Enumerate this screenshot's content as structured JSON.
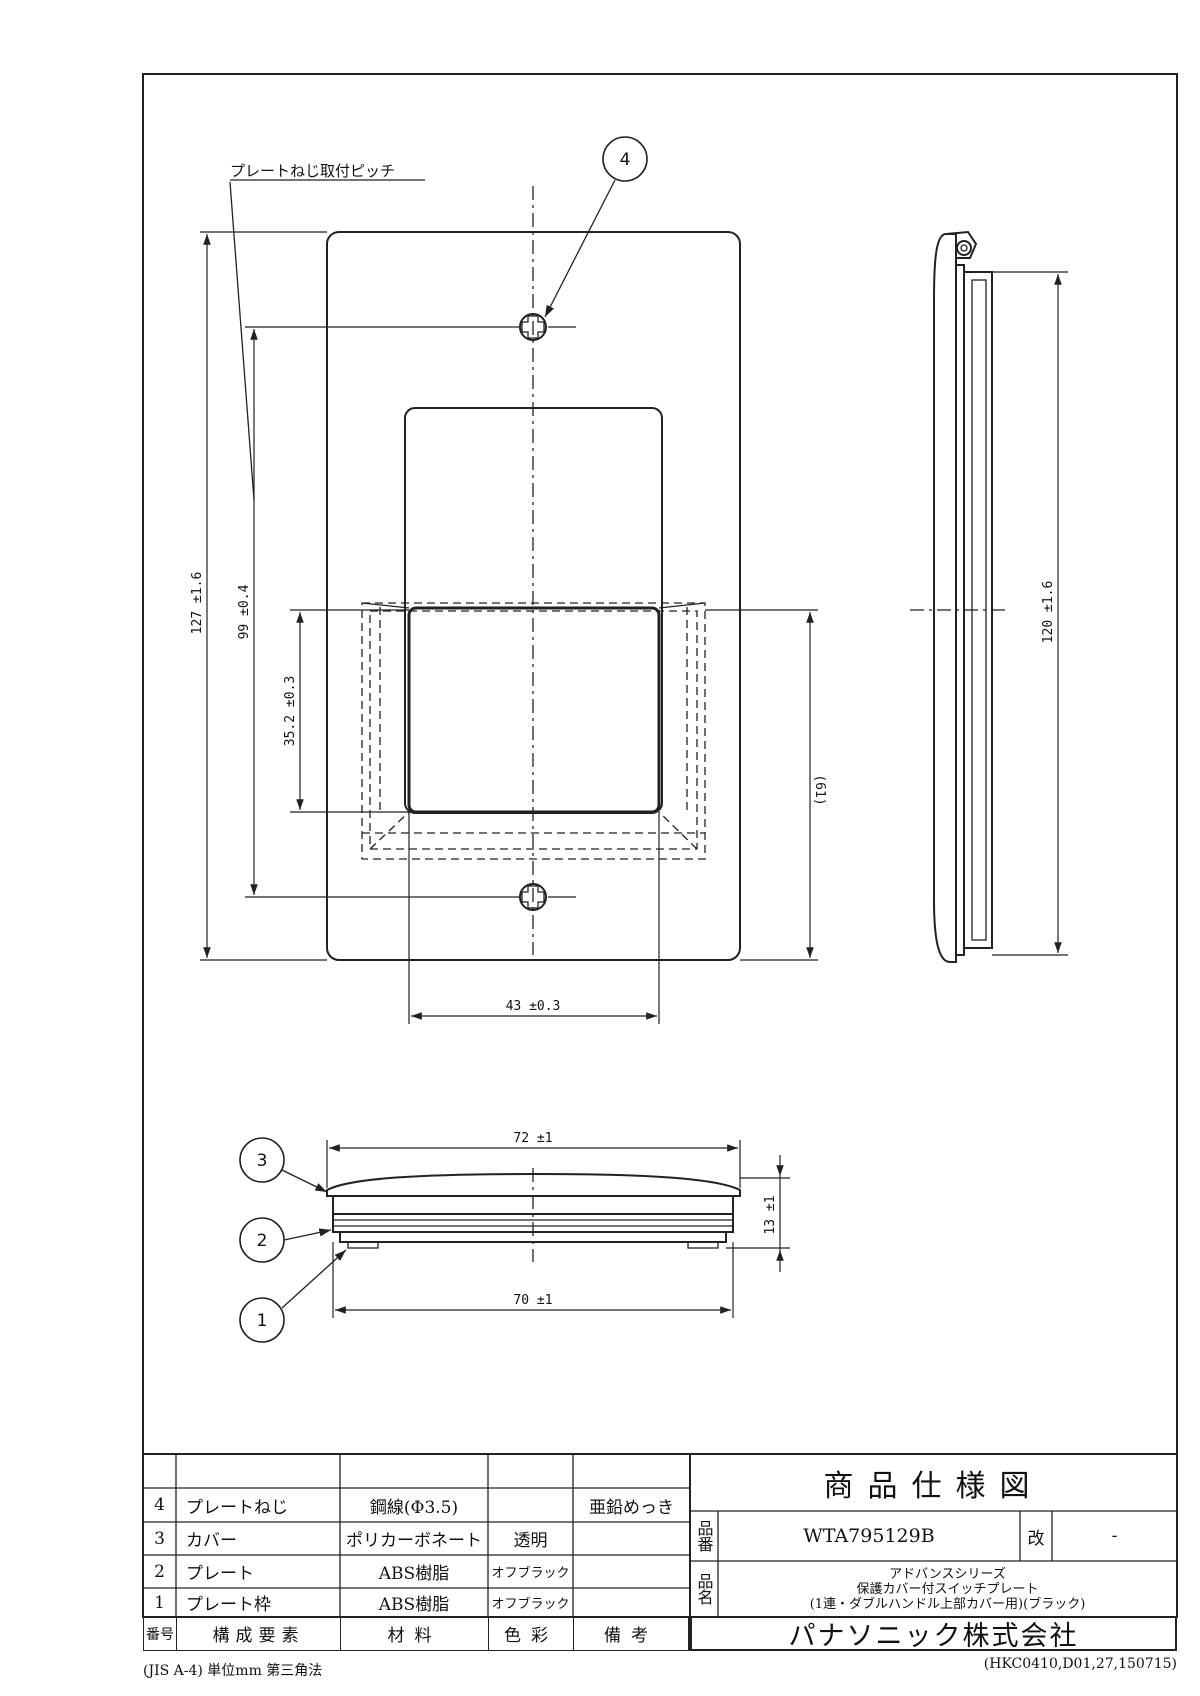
{
  "drawing": {
    "screw_pitch_label": "プレートねじ取付ピッチ",
    "bubbles": [
      "4",
      "3",
      "2",
      "1"
    ],
    "dims": {
      "plate_height": "127 ±1.6",
      "screw_pitch": "99 ±0.4",
      "opening_height": "35.2 ±0.3",
      "opening_ref": "(61)",
      "opening_width": "43 ±0.3",
      "side_height": "120 ±1.6",
      "cover_width": "72 ±1",
      "thickness": "13 ±1",
      "frame_width": "70 ±1"
    }
  },
  "parts_table": {
    "rows": [
      {
        "no": "4",
        "name": "プレートねじ",
        "material": "鋼線(Φ3.5)",
        "color": "",
        "note": "亜鉛めっき"
      },
      {
        "no": "3",
        "name": "カバー",
        "material": "ポリカーボネート",
        "color": "透明",
        "note": ""
      },
      {
        "no": "2",
        "name": "プレート",
        "material": "ABS樹脂",
        "color": "オフブラック",
        "note": ""
      },
      {
        "no": "1",
        "name": "プレート枠",
        "material": "ABS樹脂",
        "color": "オフブラック",
        "note": ""
      }
    ],
    "header": {
      "no": "番号",
      "name": "構成要素",
      "material": "材料",
      "color": "色彩",
      "note": "備考"
    }
  },
  "title_block": {
    "title": "商品仕様図",
    "part_no_label": "品番",
    "part_no": "WTA795129B",
    "rev_label": "改",
    "rev": "-",
    "name_label": "品名",
    "name_lines": [
      "アドバンスシリーズ",
      "保護カバー付スイッチプレート",
      "(1連・ダブルハンドル上部カバー用)(ブラック)"
    ],
    "company": "パナソニック株式会社"
  },
  "footer": {
    "left": "(JIS A-4) 単位mm 第三角法",
    "right": "(HKC0410,D01,27,150715)"
  }
}
